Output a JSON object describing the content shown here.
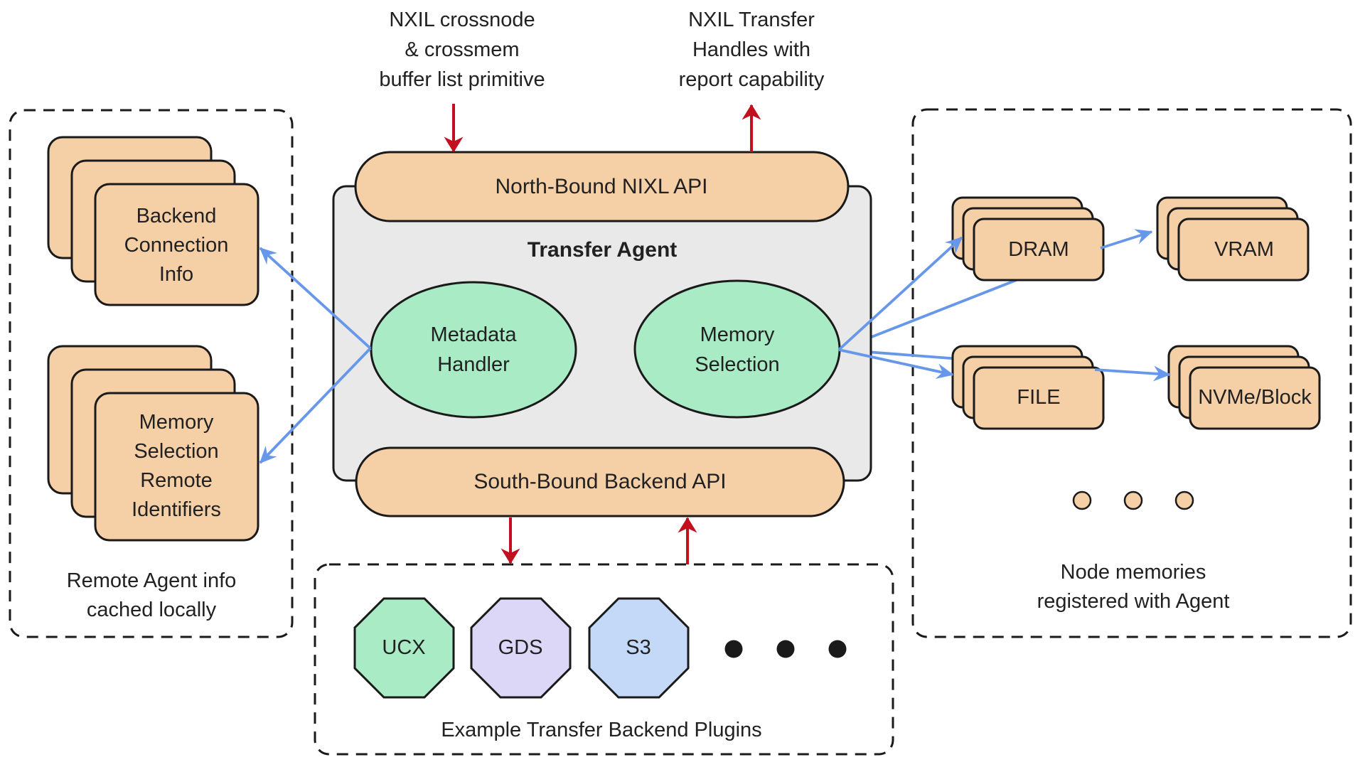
{
  "colors": {
    "ink": "#1a1a1a",
    "text": "#212121",
    "card_fill": "#F5CFA6",
    "agent_fill": "#E9E9E9",
    "ellipse_fill": "#A8EBC5",
    "ucx_fill": "#A9EBC5",
    "gds_fill": "#DCD7F7",
    "s3_fill": "#C4D8F7",
    "blue_arrow": "#6697EA",
    "red_arrow": "#C2101F"
  },
  "notes": {
    "top_left": [
      "NXIL crossnode",
      "& crossmem",
      "buffer list primitive"
    ],
    "top_right": [
      "NXIL Transfer",
      "Handles with",
      "report capability"
    ]
  },
  "agent": {
    "title": "Transfer Agent",
    "north_api_label": "North-Bound NIXL API",
    "south_api_label": "South-Bound Backend API",
    "metadata_handler": [
      "Metadata",
      "Handler"
    ],
    "memory_selection": [
      "Memory",
      "Selection"
    ]
  },
  "remote_cache": {
    "backend_connection_card": [
      "Backend",
      "Connection",
      "Info"
    ],
    "memory_selection_card": [
      "Memory",
      "Selection",
      "Remote",
      "Identifiers"
    ],
    "caption": [
      "Remote Agent info",
      "cached locally"
    ]
  },
  "node_memories": {
    "dram_label": "DRAM",
    "vram_label": "VRAM",
    "file_label": "FILE",
    "nvme_label": "NVMe/Block",
    "caption": [
      "Node memories",
      "registered with Agent"
    ]
  },
  "plugins": {
    "ucx_label": "UCX",
    "gds_label": "GDS",
    "s3_label": "S3",
    "caption": "Example Transfer Backend Plugins"
  }
}
